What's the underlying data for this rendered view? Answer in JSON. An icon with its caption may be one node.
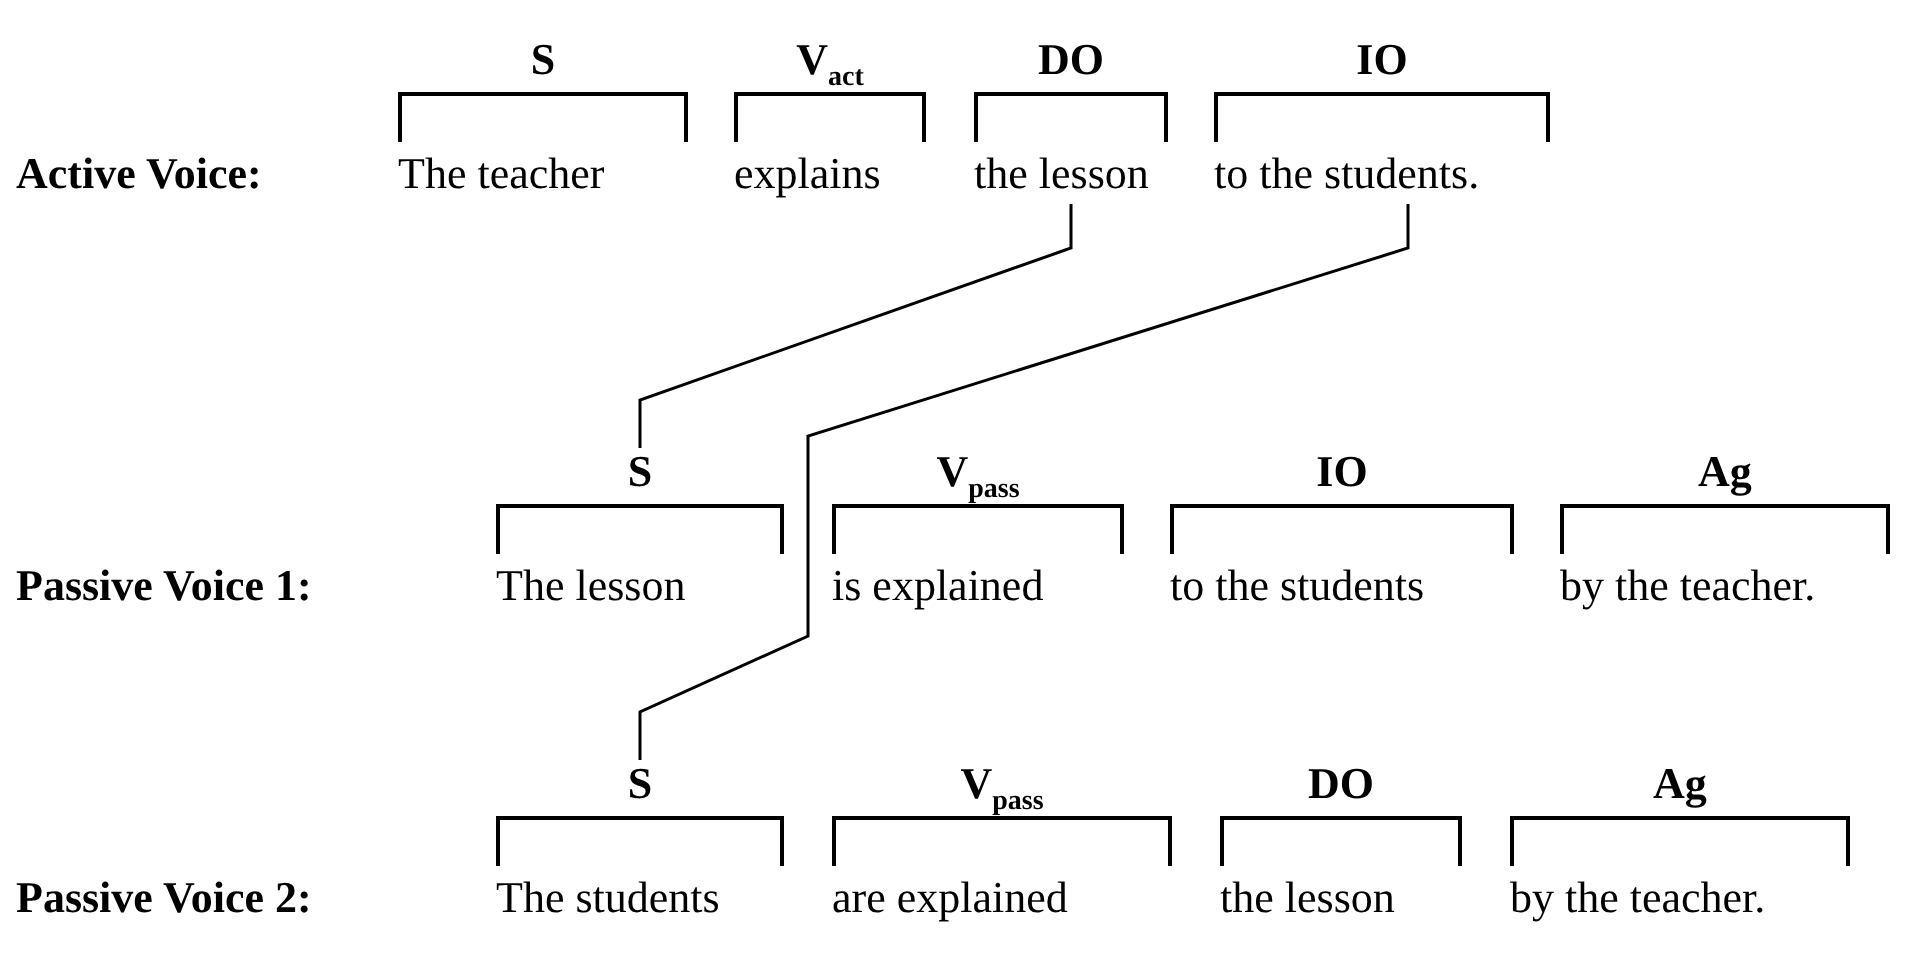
{
  "diagram": {
    "nodes": [
      {
        "text": [
          "S",
          "The teacher"
        ]
      },
      {
        "text": [
          "V$_{act}$",
          "explains"
        ]
      },
      {
        "text": [
          "DO",
          "the lesson"
        ]
      },
      {
        "text": [
          "IO",
          "to the students."
        ]
      },
      {
        "text": [
          "S",
          "The lesson"
        ]
      },
      {
        "text": [
          "V$_{pass}$",
          "is explained"
        ]
      },
      {
        "text": [
          "IO",
          "to the students"
        ]
      },
      {
        "text": [
          "Ag",
          "by the teacher."
        ]
      },
      {
        "text": [
          "S",
          "The students"
        ]
      },
      {
        "text": [
          "V$_{pass}$",
          "are explained"
        ]
      },
      {
        "text": [
          "DO",
          "the lesson"
        ]
      },
      {
        "text": [
          "Ag",
          "by the teacher."
        ]
      }
    ],
    "edges": [
      {
        "from": 2,
        "to": 4,
        "arrow": "none"
      },
      {
        "from": 3,
        "to": 8,
        "arrow": "none"
      }
    ],
    "labels": [
      "Active Voice:",
      "Passive Voice 1:",
      "Passive Voice 2:"
    ]
  }
}
